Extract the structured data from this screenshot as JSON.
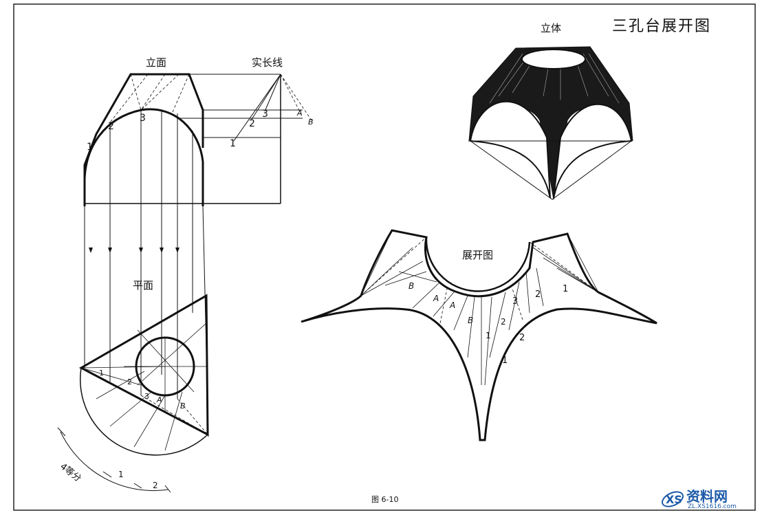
{
  "title": "三孔台展开图",
  "views": {
    "front": "立面",
    "true_length": "实长线",
    "plan": "平面",
    "isometric": "立体",
    "development": "展开图"
  },
  "point_labels": {
    "one": "1",
    "two": "2",
    "three": "3",
    "a": "A",
    "b": "B"
  },
  "division_note": "4等分",
  "figure_caption": "图 6-10",
  "watermark": {
    "text": "资料网",
    "url": "ZL.XS1616.com"
  },
  "colors": {
    "ink": "#111111",
    "paper": "#ffffff",
    "watermark": "#1c5aa8"
  }
}
